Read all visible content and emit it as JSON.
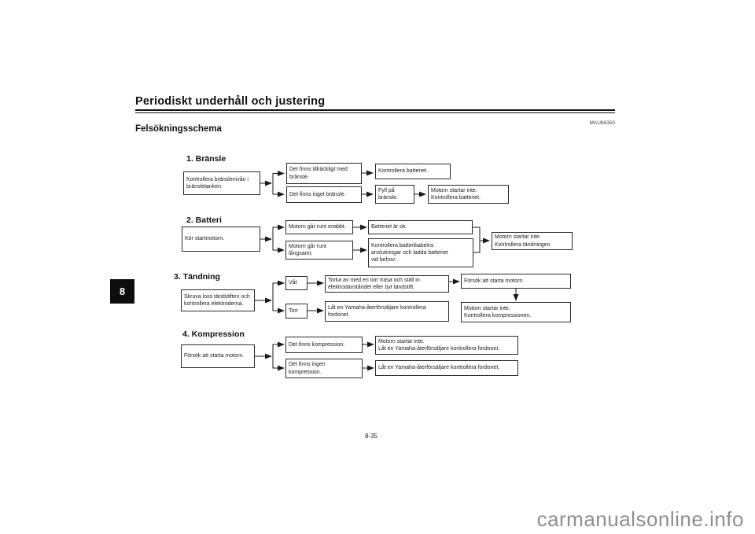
{
  "header": {
    "title": "Periodiskt underhåll och justering",
    "code": "MAU86350",
    "section_title": "Felsökningsschema"
  },
  "flowchart": {
    "sections": [
      {
        "title": "1. Bränsle",
        "boxes": {
          "start": "Kontrollera bränslenivån i\nbränsletanken.",
          "b1": "Det finns tillräckligt med\nbränsle.",
          "c1": "Kontrollera batteriet.",
          "b2": "Det finns inget bränsle.",
          "c2": "Fyll på\nbränsle.",
          "d1": "Motorn startar inte.\nKontrollera batteriet."
        }
      },
      {
        "title": "2. Batteri",
        "boxes": {
          "start": "Kör startmotorn.",
          "b1": "Motorn går runt snabbt.",
          "c1": "Batteriet är ok.",
          "b2": "Motorn går runt\nlångsamt.",
          "c2": "Kontrollera batterikabelns\nanslutningar och ladda batteriet\nvid behov.",
          "d1": "Motorn startar inte.\nKontrollera tändningen."
        }
      },
      {
        "title": "3. Tändning",
        "boxes": {
          "start": "Skruva loss tändstiften och\nkontrollera elektroderna.",
          "wet": "Våt",
          "wet_action": "Torka av med en torr trasa och ställ in\nelektrodavståndet eller byt tändstift.",
          "try_start": "Försök att starta motorn.",
          "no_start": "Motorn startar inte.\nKontrollera kompressionen.",
          "dry": "Torr",
          "dry_action": "Låt en Yamaha-återförsäljare kontrollera\nfordonet."
        }
      },
      {
        "title": "4. Kompression",
        "boxes": {
          "start": "Försök att starta motorn.",
          "b1": "Det finns kompression.",
          "c1": "Motorn startar inte.\nLåt en Yamaha-återförsäljare kontrollera fordonet.",
          "b2": "Det finns ingen\nkompression.",
          "c2": "Låt en Yamaha-återförsäljare kontrollera fordonet."
        }
      }
    ]
  },
  "footer": {
    "page_number": "8-35",
    "chapter_tab": "8",
    "watermark": "carmanualsonline.info"
  }
}
